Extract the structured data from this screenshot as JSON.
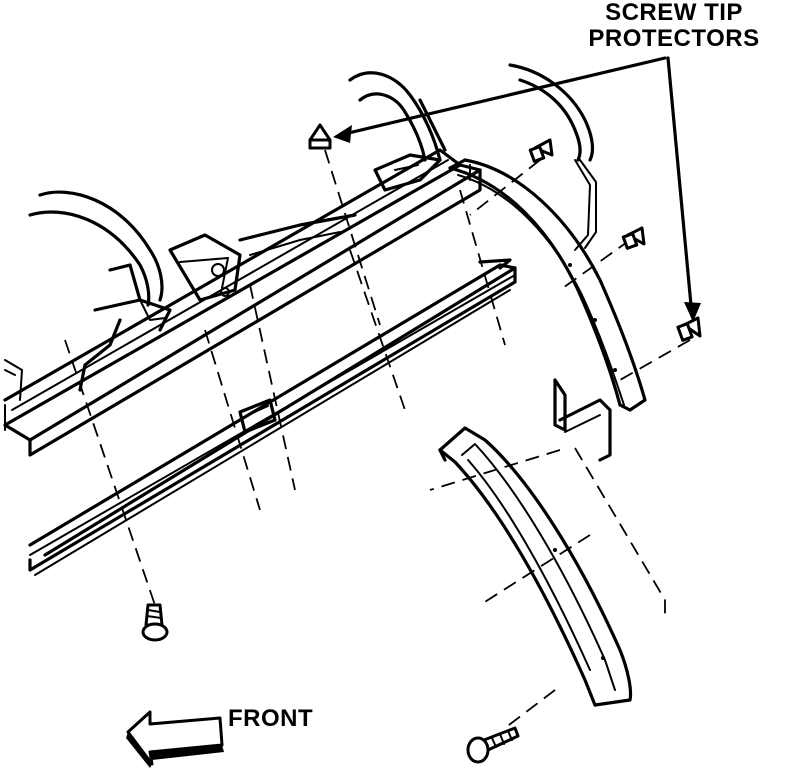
{
  "labels": {
    "screw_tip_protectors": "SCREW TIP\nPROTECTORS",
    "screw_tip_line1": "SCREW TIP",
    "screw_tip_line2": "PROTECTORS",
    "front": "FRONT"
  },
  "colors": {
    "line": "#000000",
    "background": "#ffffff"
  }
}
